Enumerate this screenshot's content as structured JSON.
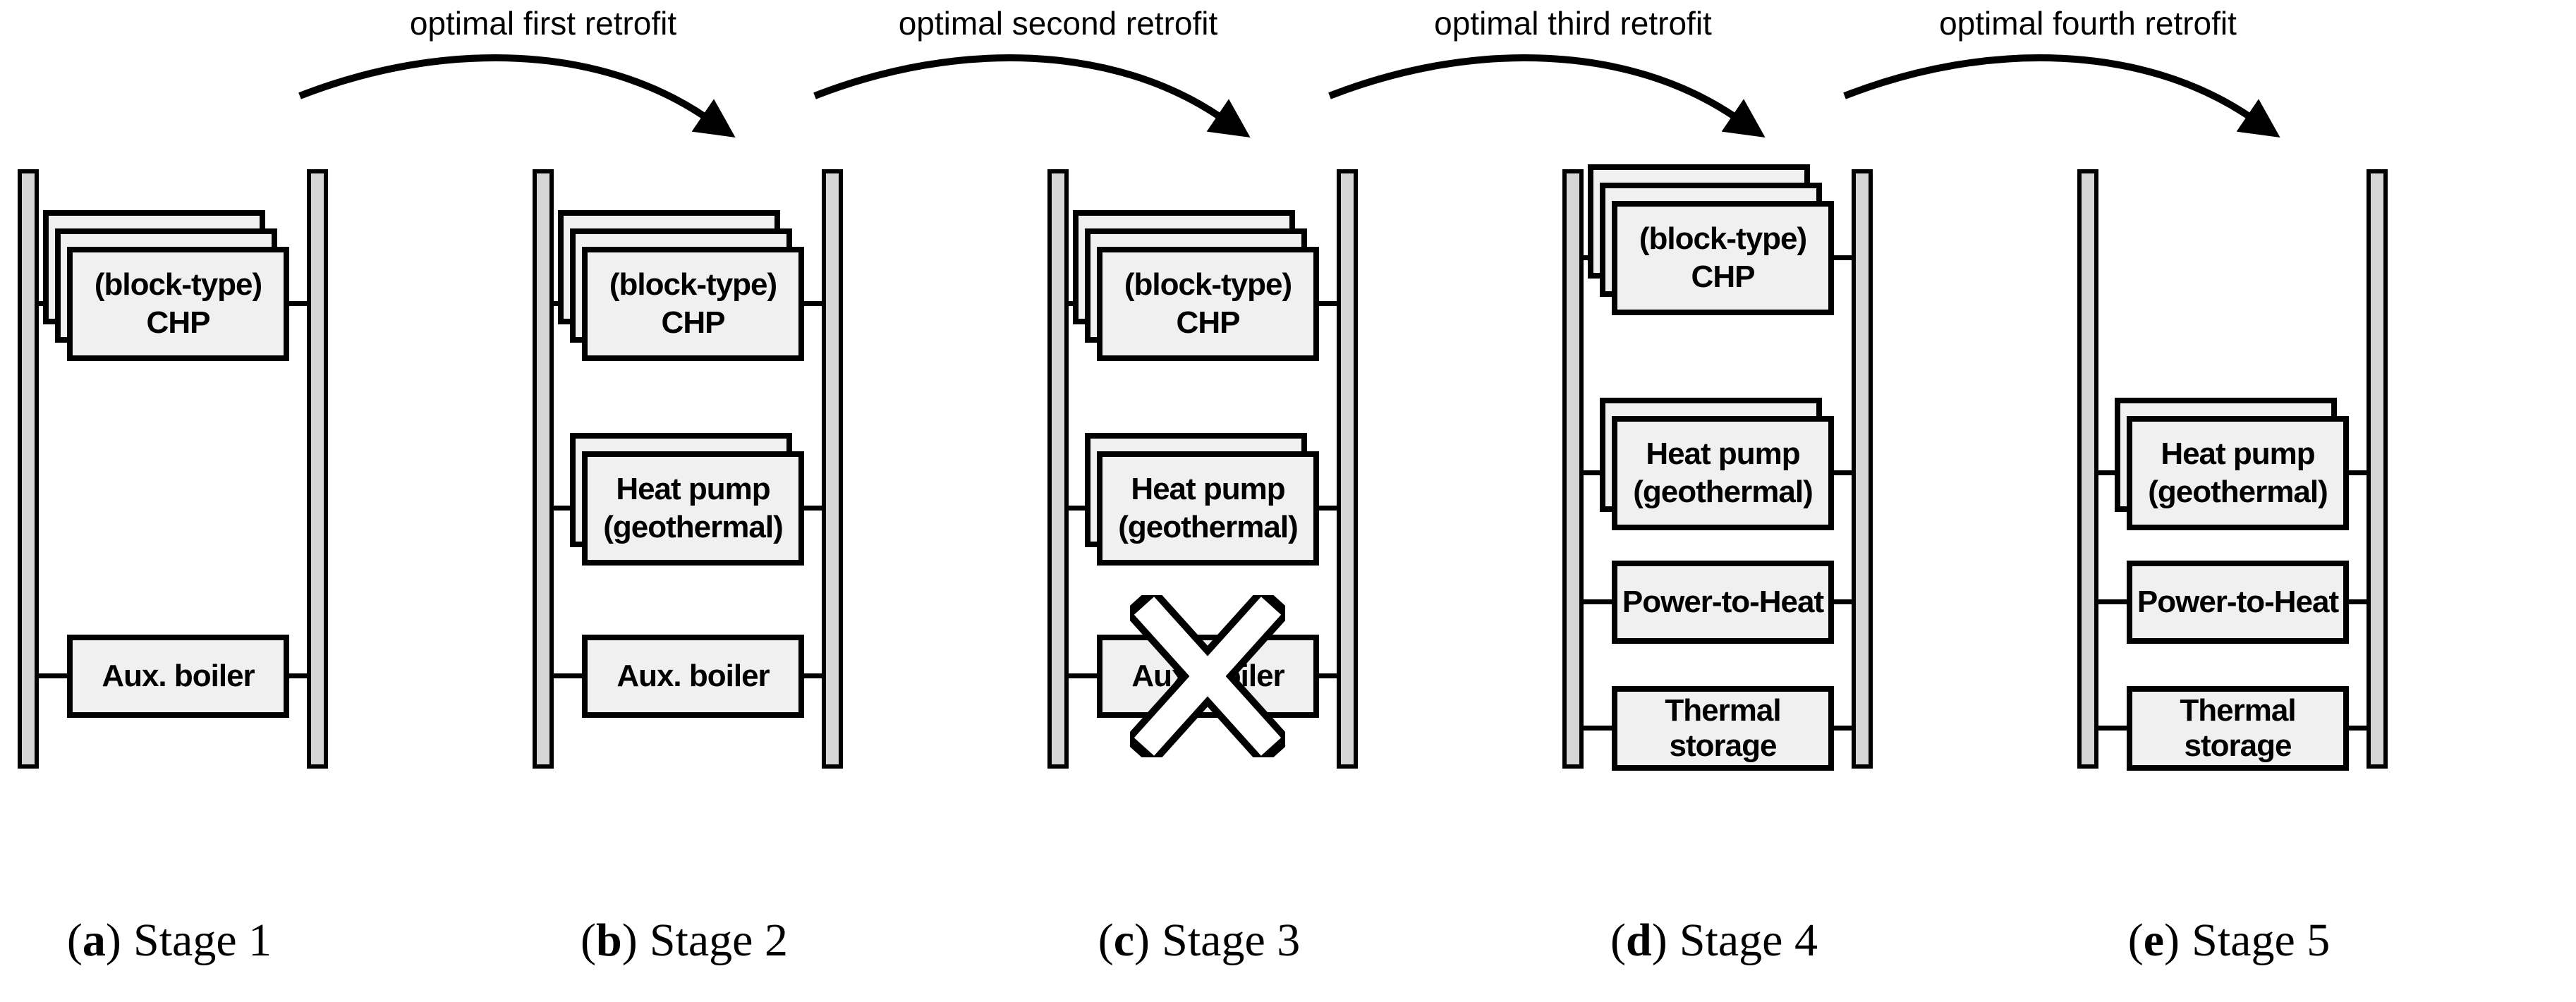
{
  "figure_type": "multi-stage energy system retrofit diagram",
  "colors": {
    "background": "#ffffff",
    "box_fill": "#f0f0f0",
    "bus_fill": "#d6d6d6",
    "line_color": "#000000"
  },
  "retrofit_labels": [
    {
      "label": "optimal first retrofit"
    },
    {
      "label": "optimal second retrofit"
    },
    {
      "label": "optimal third retrofit"
    },
    {
      "label": "optimal fourth retrofit"
    }
  ],
  "components": {
    "chp": {
      "line1": "(block-type)",
      "line2": "CHP"
    },
    "heat_pump": {
      "line1": "Heat pump",
      "line2": "(geothermal)"
    },
    "aux_boiler": {
      "line1": "Aux. boiler"
    },
    "power_to_heat": {
      "line1": "Power-to-Heat"
    },
    "thermal_storage": {
      "line1": "Thermal",
      "line2": "storage"
    }
  },
  "captions": {
    "open": "(",
    "close": ")",
    "stages": [
      {
        "letter": "a",
        "rest": "Stage 1"
      },
      {
        "letter": "b",
        "rest": "Stage 2"
      },
      {
        "letter": "c",
        "rest": "Stage 3"
      },
      {
        "letter": "d",
        "rest": "Stage 4"
      },
      {
        "letter": "e",
        "rest": "Stage 5"
      }
    ]
  }
}
